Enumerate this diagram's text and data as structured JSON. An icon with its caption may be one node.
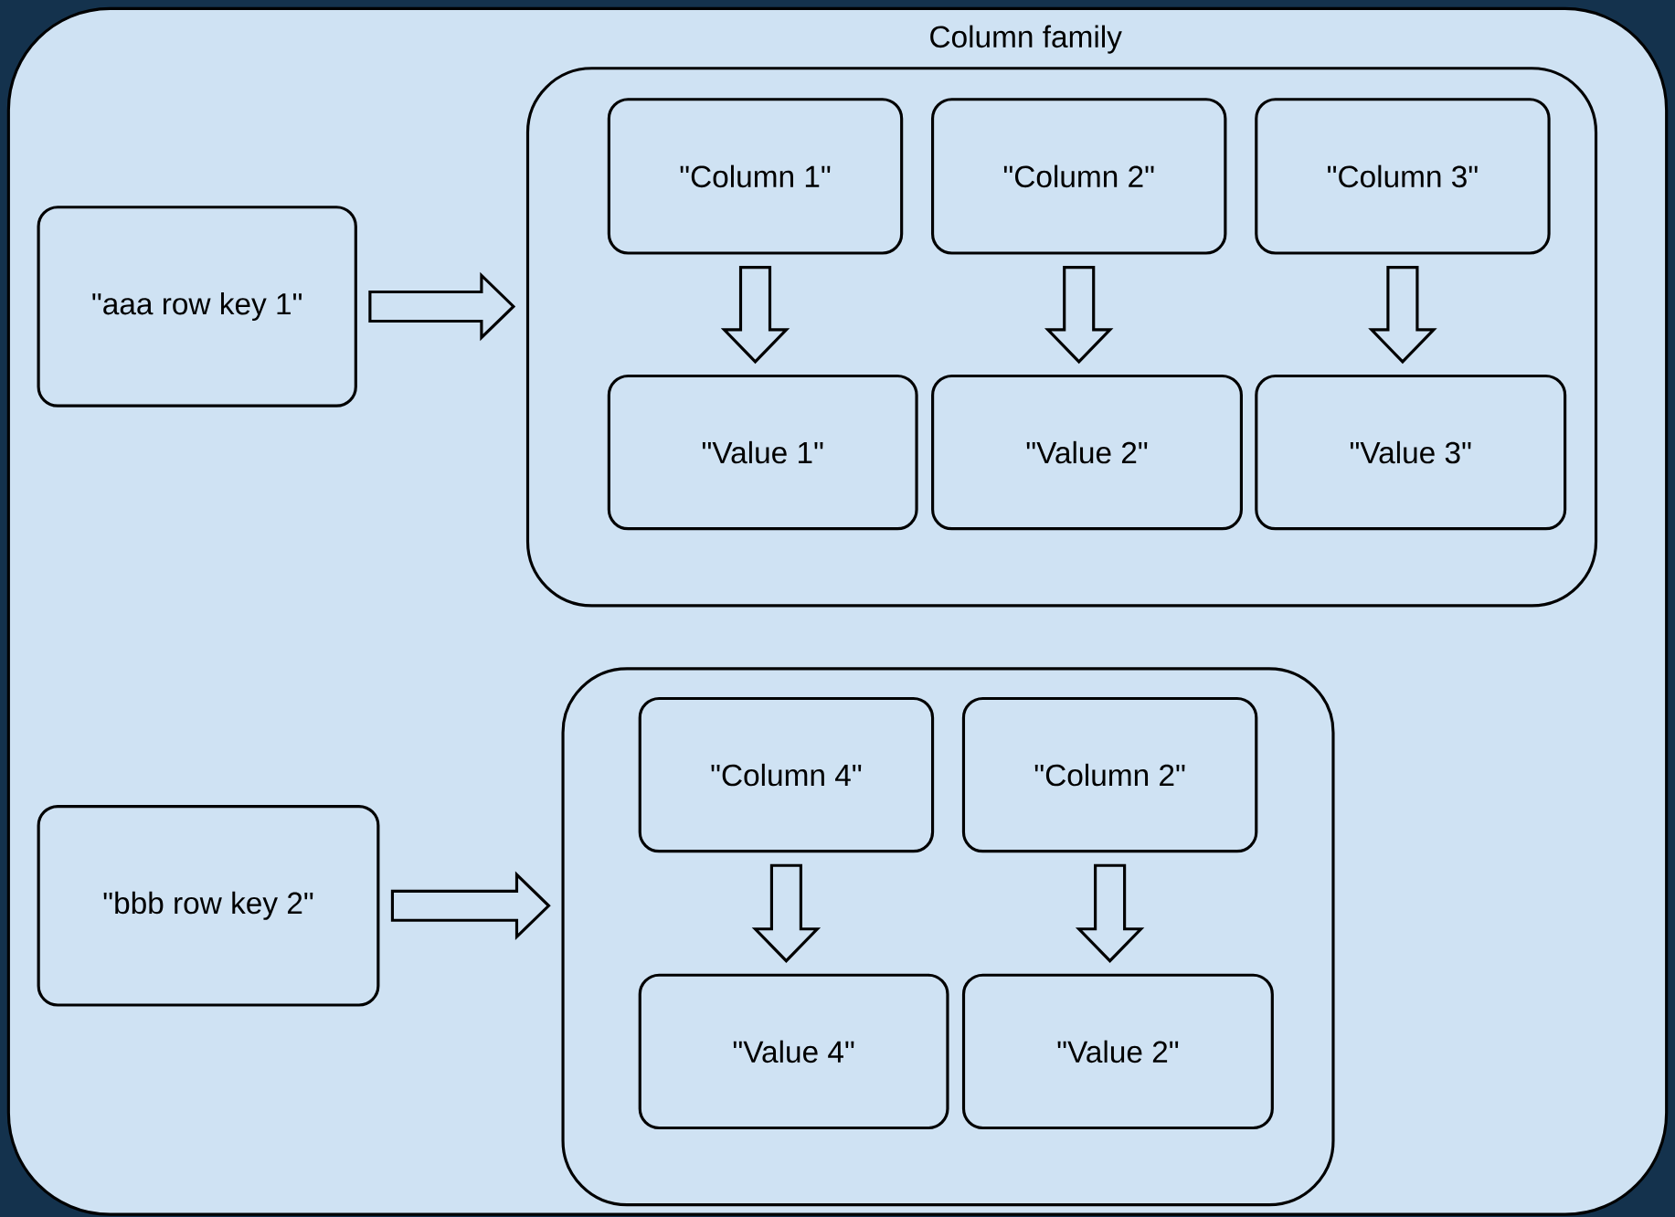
{
  "diagram": {
    "nodes": [
      {
        "text": [
          "Column family"
        ]
      },
      {
        "text": [
          "\"aaa row key 1\""
        ],
        "in": 0
      },
      {
        "text": [],
        "shape": "box",
        "in": 0
      },
      {
        "text": [
          "\"Column 1\""
        ],
        "in": 2
      },
      {
        "text": [
          "\"Column 2\""
        ],
        "in": 2
      },
      {
        "text": [
          "\"Column 3\""
        ],
        "in": 2
      },
      {
        "text": [
          "\"Value 1\""
        ],
        "in": 2
      },
      {
        "text": [
          "\"Value 2\""
        ],
        "in": 2
      },
      {
        "text": [
          "\"Value 3\""
        ],
        "in": 2
      },
      {
        "text": [
          "\"bbb row key 2\""
        ],
        "in": 0
      },
      {
        "text": [],
        "shape": "box",
        "in": 0
      },
      {
        "text": [
          "\"Column 4\""
        ],
        "in": 10
      },
      {
        "text": [
          "\"Column 2\""
        ],
        "in": 10
      },
      {
        "text": [
          "\"Value 4\""
        ],
        "in": 10
      },
      {
        "text": [
          "\"Value 2\""
        ],
        "in": 10
      }
    ],
    "edges": [
      {
        "from": 1,
        "to": 2,
        "arrow": "to"
      },
      {
        "from": 3,
        "to": 6,
        "arrow": "to"
      },
      {
        "from": 4,
        "to": 7,
        "arrow": "to"
      },
      {
        "from": 5,
        "to": 8,
        "arrow": "to"
      },
      {
        "from": 9,
        "to": 10,
        "arrow": "to"
      },
      {
        "from": 11,
        "to": 13,
        "arrow": "to"
      },
      {
        "from": 12,
        "to": 14,
        "arrow": "to"
      }
    ]
  }
}
